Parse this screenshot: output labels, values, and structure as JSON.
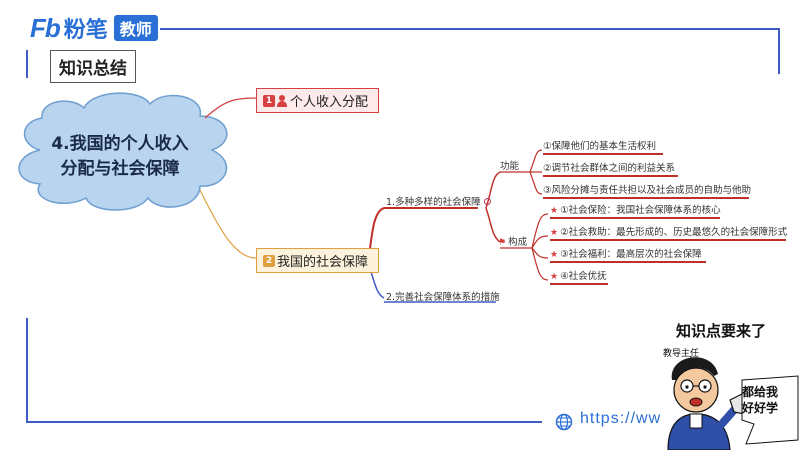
{
  "header": {
    "logo_mark": "Fb",
    "brand_name": "粉笔",
    "brand_tag": "教师",
    "section_title": "知识总结"
  },
  "mindmap": {
    "central_topic": "4.我国的个人收入分配与社会保障",
    "branch_income": {
      "number": "1",
      "label": "个人收入分配"
    },
    "branch_security": {
      "number": "2",
      "label": "我国的社会保障",
      "sub1": {
        "label": "1.多种多样的社会保障",
        "function": {
          "label": "功能",
          "items": [
            "①保障他们的基本生活权利",
            "②调节社会群体之间的利益关系",
            "③风险分摊与责任共担以及社会成员的自助与他助"
          ]
        },
        "composition": {
          "label": "构成",
          "items": [
            "①社会保险：我国社会保障体系的核心",
            "②社会救助：最先形成的、历史最悠久的社会保障形式",
            "③社会福利：最高层次的社会保障",
            "④社会优抚"
          ]
        }
      },
      "sub2": {
        "label": "2.完善社会保障体系的措施"
      }
    }
  },
  "cartoon": {
    "headline": "知识点要来了",
    "badge": "教导主任",
    "speech": "都给我好好学"
  },
  "footer": {
    "url_text": "https://ww"
  },
  "colors": {
    "brand_blue": "#2a6fd6",
    "frame_blue": "#3f5cc4",
    "branch_red": "#c0302a",
    "cloud_fill": "#b8d4ee"
  }
}
